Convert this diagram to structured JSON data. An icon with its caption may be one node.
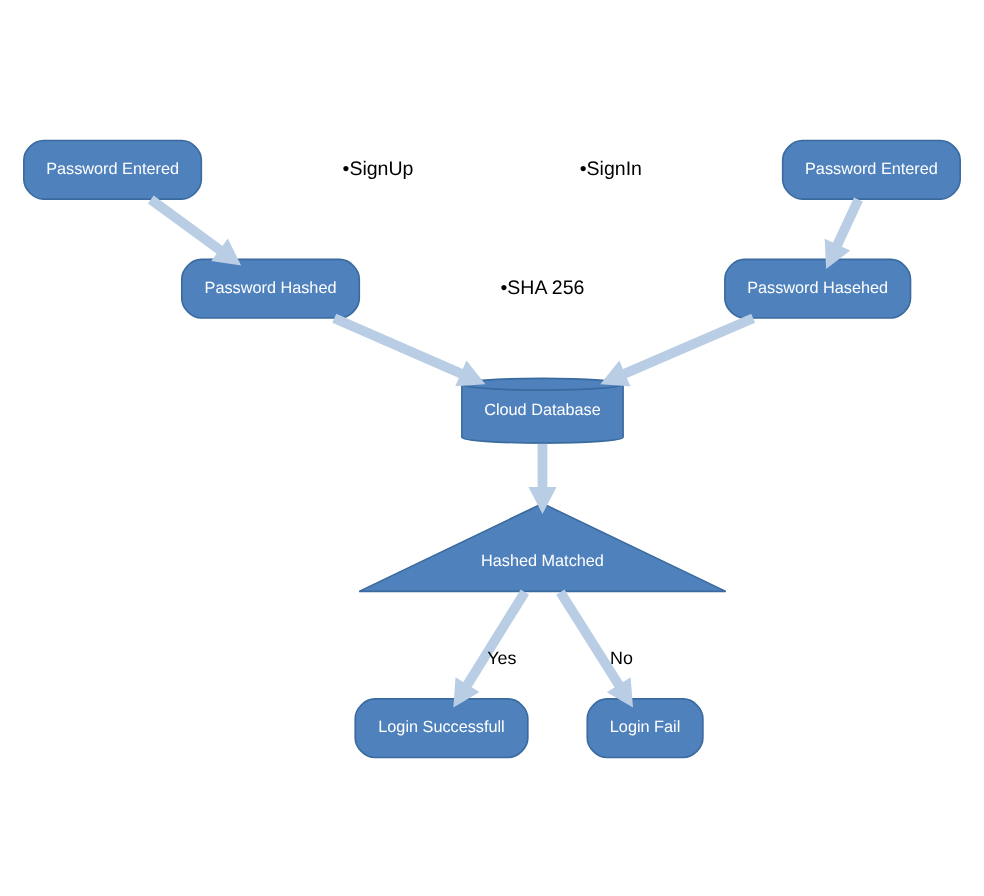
{
  "diagram": {
    "nodes": [
      {
        "text": [
          "Password Entered"
        ]
      },
      {
        "text": [
          "Password Hashed"
        ]
      },
      {
        "text": [
          "Password Entered"
        ]
      },
      {
        "text": [
          "Password Hasehed"
        ]
      },
      {
        "text": [
          "Cloud Database"
        ]
      },
      {
        "text": [
          "Hashed Matched"
        ]
      },
      {
        "text": [
          "Login Successfull"
        ]
      },
      {
        "text": [
          "Login Fail"
        ]
      }
    ],
    "edges": [
      {
        "from": 0,
        "to": 1,
        "arrow": "to"
      },
      {
        "from": 1,
        "to": 4,
        "arrow": "to"
      },
      {
        "from": 2,
        "to": 3,
        "arrow": "to"
      },
      {
        "from": 3,
        "to": 4,
        "arrow": "to"
      },
      {
        "from": 4,
        "to": 5,
        "arrow": "to"
      },
      {
        "from": 5,
        "to": 6,
        "label": "Yes",
        "arrow": "to"
      },
      {
        "from": 5,
        "to": 7,
        "label": "No",
        "arrow": "to"
      }
    ],
    "labels": [
      "•SignUp",
      "•SignIn",
      "•SHA 256"
    ]
  }
}
